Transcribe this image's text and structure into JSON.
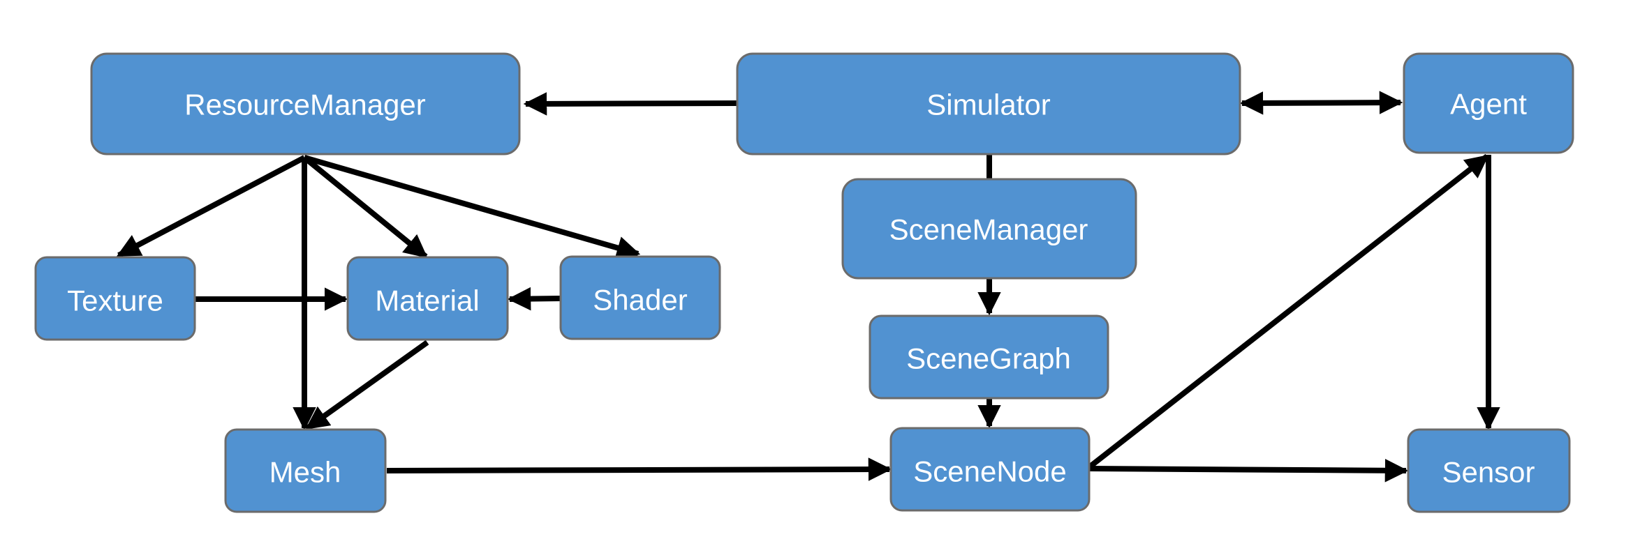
{
  "diagram": {
    "colors": {
      "node_fill": "#5192d1",
      "node_border": "#6b6b6b",
      "node_text": "#ffffff",
      "edge": "#000000",
      "background": "#ffffff"
    },
    "nodes": {
      "resource_manager": "ResourceManager",
      "simulator": "Simulator",
      "agent": "Agent",
      "scene_manager": "SceneManager",
      "texture": "Texture",
      "material": "Material",
      "shader": "Shader",
      "scene_graph": "SceneGraph",
      "mesh": "Mesh",
      "scene_node": "SceneNode",
      "sensor": "Sensor"
    },
    "edges": [
      {
        "from": "simulator",
        "to": "resource_manager",
        "kind": "directed"
      },
      {
        "from": "simulator",
        "to": "agent",
        "kind": "bidirectional"
      },
      {
        "from": "simulator",
        "to": "scene_manager",
        "kind": "line"
      },
      {
        "from": "resource_manager",
        "to": "texture",
        "kind": "directed"
      },
      {
        "from": "resource_manager",
        "to": "material",
        "kind": "directed"
      },
      {
        "from": "resource_manager",
        "to": "shader",
        "kind": "directed"
      },
      {
        "from": "resource_manager",
        "to": "mesh",
        "kind": "directed"
      },
      {
        "from": "texture",
        "to": "material",
        "kind": "directed"
      },
      {
        "from": "shader",
        "to": "material",
        "kind": "directed"
      },
      {
        "from": "material",
        "to": "mesh",
        "kind": "directed"
      },
      {
        "from": "scene_manager",
        "to": "scene_graph",
        "kind": "directed"
      },
      {
        "from": "scene_graph",
        "to": "scene_node",
        "kind": "directed"
      },
      {
        "from": "mesh",
        "to": "scene_node",
        "kind": "directed"
      },
      {
        "from": "scene_node",
        "to": "agent",
        "kind": "directed"
      },
      {
        "from": "scene_node",
        "to": "sensor",
        "kind": "directed"
      },
      {
        "from": "agent",
        "to": "sensor",
        "kind": "directed"
      }
    ]
  }
}
